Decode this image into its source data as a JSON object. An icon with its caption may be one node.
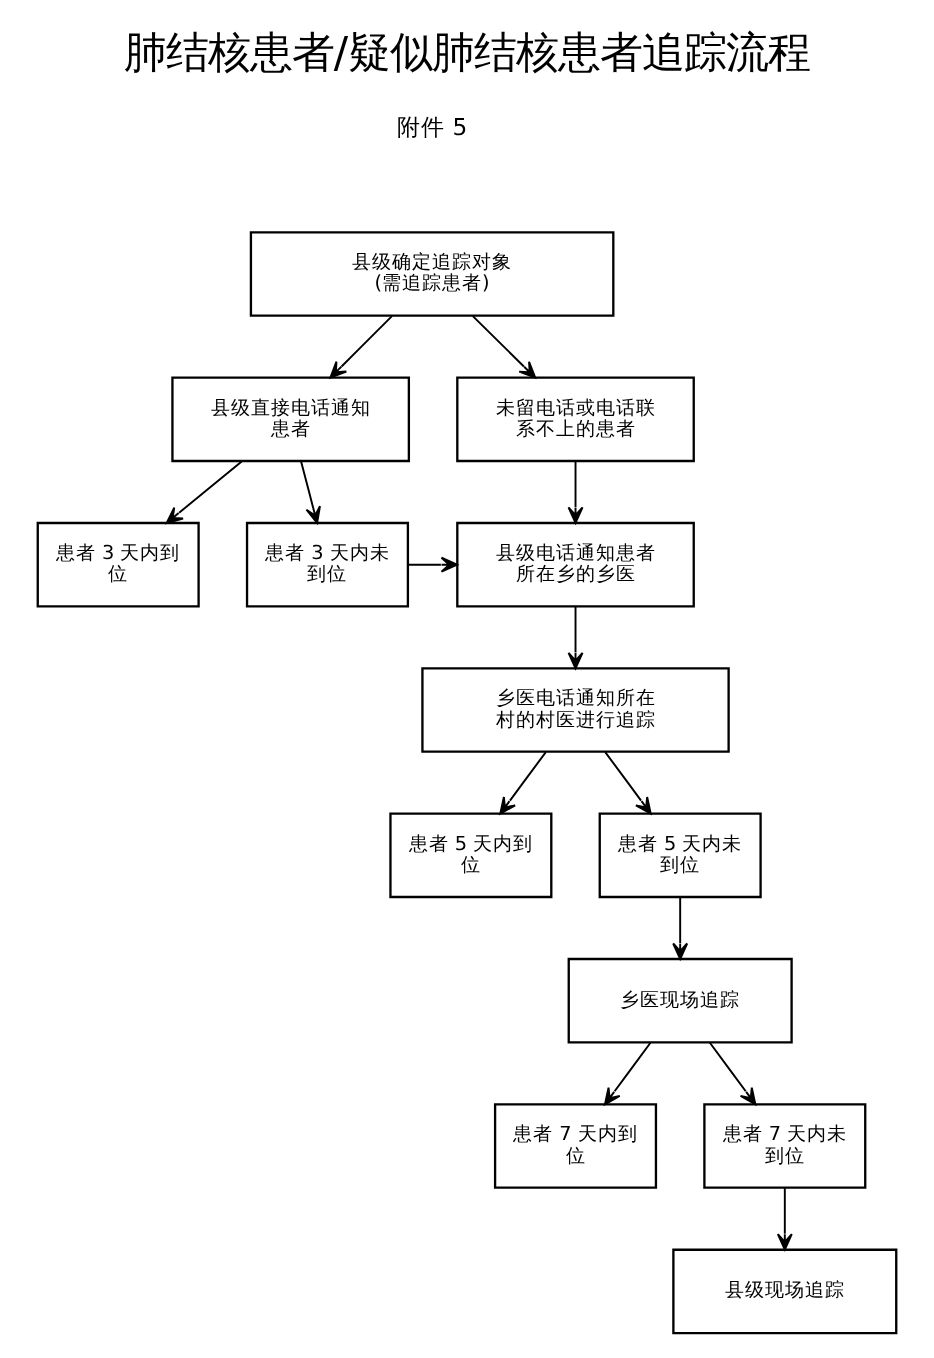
{
  "diagram": {
    "title": "肺结核患者/疑似肺结核患者追踪流程",
    "nodes": [
      {
        "text": [
          "县级确定追踪对象(需追踪患者)"
        ]
      },
      {
        "text": [
          "县级直接电话通知患者"
        ]
      },
      {
        "text": [
          "未留电话或电话联系不上的患者"
        ]
      },
      {
        "text": [
          "患者 3 天内到位"
        ]
      },
      {
        "text": [
          "患者 3 天内未到位"
        ]
      },
      {
        "text": [
          "县级电话通知患者所在乡的乡医"
        ]
      },
      {
        "text": [
          "乡医电话通知所在村的村医进行追踪"
        ]
      },
      {
        "text": [
          "患者 5 天内到位"
        ]
      },
      {
        "text": [
          "患者 5 天内未到位"
        ]
      },
      {
        "text": [
          "乡医现场追踪"
        ]
      },
      {
        "text": [
          "患者 7 天内到位"
        ]
      },
      {
        "text": [
          "患者 7 天内未到位"
        ]
      },
      {
        "text": [
          "县级现场追踪"
        ]
      }
    ],
    "edges": [
      {
        "from": 0,
        "to": 1,
        "arrow": "to"
      },
      {
        "from": 0,
        "to": 2,
        "arrow": "to"
      },
      {
        "from": 1,
        "to": 3,
        "arrow": "to"
      },
      {
        "from": 1,
        "to": 4,
        "arrow": "to"
      },
      {
        "from": 2,
        "to": 5,
        "arrow": "to"
      },
      {
        "from": 4,
        "to": 5,
        "arrow": "to"
      },
      {
        "from": 5,
        "to": 6,
        "arrow": "to"
      },
      {
        "from": 6,
        "to": 7,
        "arrow": "to"
      },
      {
        "from": 6,
        "to": 8,
        "arrow": "to"
      },
      {
        "from": 8,
        "to": 9,
        "arrow": "to"
      },
      {
        "from": 9,
        "to": 10,
        "arrow": "to"
      },
      {
        "from": 9,
        "to": 11,
        "arrow": "to"
      },
      {
        "from": 11,
        "to": 12,
        "arrow": "to"
      }
    ],
    "labels": [
      "附件 5"
    ]
  }
}
